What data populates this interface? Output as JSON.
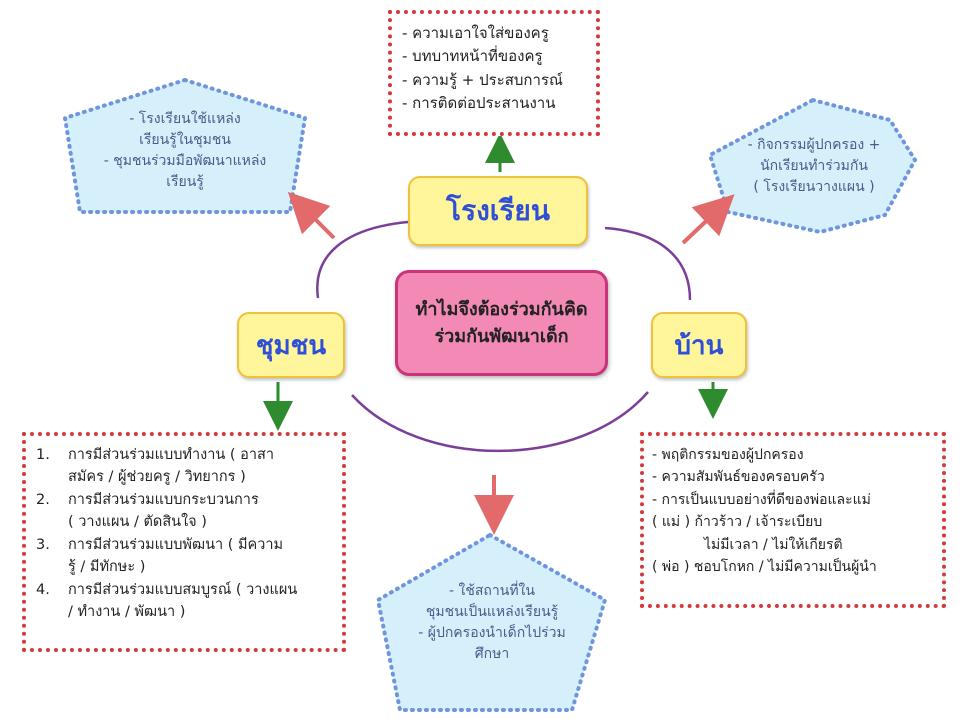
{
  "center": {
    "lines": [
      "ทำไมจึงต้องร่วมกันคิด",
      "ร่วมกันพัฒนาเด็ก"
    ]
  },
  "nodes": {
    "school": "โรงเรียน",
    "community": "ชุมชน",
    "home": "บ้าน"
  },
  "school_box": {
    "lines": [
      "- ความเอาใจใส่ของครู",
      "- บทบาทหน้าที่ของครู",
      "- ความรู้ + ประสบการณ์",
      "- การติดต่อประสานงาน"
    ]
  },
  "pentagon_left": {
    "lines": [
      "- โรงเรียนใช้แหล่ง",
      "เรียนรู้ในชุมชน",
      "- ชุมชนร่วมมือพัฒนาแหล่ง",
      "เรียนรู้"
    ]
  },
  "heptagon_right": {
    "lines": [
      "- กิจกรรมผู้ปกครอง +",
      "นักเรียนทำร่วมกัน",
      "( โรงเรียนวางแผน )"
    ]
  },
  "pentagon_bottom": {
    "lines": [
      "- ใช้สถานที่ใน",
      "ชุมชนเป็นแหล่งเรียนรู้",
      "- ผู้ปกครองนำเด็กไปร่วม",
      "ศึกษา"
    ]
  },
  "community_box": {
    "items": [
      {
        "num": "1.",
        "lines": [
          "การมีส่วนร่วมแบบทำงาน ( อาสา",
          "สมัคร / ผู้ช่วยครู / วิทยากร )"
        ]
      },
      {
        "num": "2.",
        "lines": [
          "การมีส่วนร่วมแบบกระบวนการ",
          "( วางแผน / ตัดสินใจ )"
        ]
      },
      {
        "num": "3.",
        "lines": [
          "การมีส่วนร่วมแบบพัฒนา ( มีความ",
          "รู้ /    มีทักษะ )"
        ]
      },
      {
        "num": "4.",
        "lines": [
          "การมีส่วนร่วมแบบสมบูรณ์ ( วางแผน",
          "/ ทำงาน / พัฒนา )"
        ]
      }
    ]
  },
  "home_box": {
    "lines": [
      "- พฤติกรรมของผู้ปกครอง",
      "- ความสัมพันธ์ของครอบครัว",
      "- การเป็นแบบอย่างที่ดีของพ่อและแม่",
      "( แม่ ) ก้าวร้าว / เจ้าระเบียบ",
      "ไม่มีเวลา / ไม่ให้เกียรติ",
      "( พ่อ ) ชอบโกหก / ไม่มีความเป็นผู้นำ"
    ]
  },
  "colors": {
    "red_dotted": "#d33a3a",
    "blue_fill": "#d6f0fb",
    "blue_dotted": "#6f95e0",
    "yellow_fill": "#fff59a",
    "node_text": "#2f4fd8",
    "pink_fill": "#f28ab5",
    "purple_curve": "#7b3f9a",
    "green_arrow": "#2e8b2e",
    "salmon_arrow": "#e26a6a"
  }
}
